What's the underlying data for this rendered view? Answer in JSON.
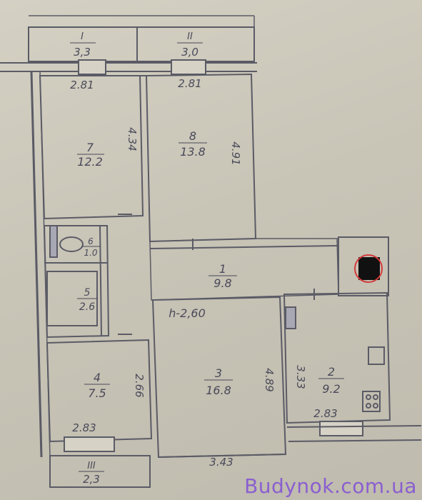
{
  "plan": {
    "height_label": "h-2,60",
    "rooms": [
      {
        "num": "7",
        "area": "12.2"
      },
      {
        "num": "8",
        "area": "13.8"
      },
      {
        "num": "1",
        "area": "9.8"
      },
      {
        "num": "6",
        "area": "1.0"
      },
      {
        "num": "5",
        "area": "2.6"
      },
      {
        "num": "4",
        "area": "7.5"
      },
      {
        "num": "3",
        "area": "16.8"
      },
      {
        "num": "2",
        "area": "9.2"
      }
    ],
    "balconies": [
      {
        "num": "I",
        "area": "3,3"
      },
      {
        "num": "II",
        "area": "3,0"
      },
      {
        "num": "III",
        "area": "2,3"
      }
    ],
    "dimensions": {
      "room7_width": "2.81",
      "room8_width": "2.81",
      "room7_length": "4.34",
      "room8_length": "4.91",
      "room4_width": "2.83",
      "room4_length": "2.66",
      "room3_width": "3.43",
      "room3_length": "4.89",
      "room2_width": "2.83",
      "room2_length": "3.33"
    }
  },
  "watermark": "Budynok.com.ua",
  "colors": {
    "paper": "#c9c5b8",
    "wall": "#5b5b66",
    "ink": "#4a4a5a",
    "chimney": "#111111",
    "watermark": "#8a5fd0"
  }
}
